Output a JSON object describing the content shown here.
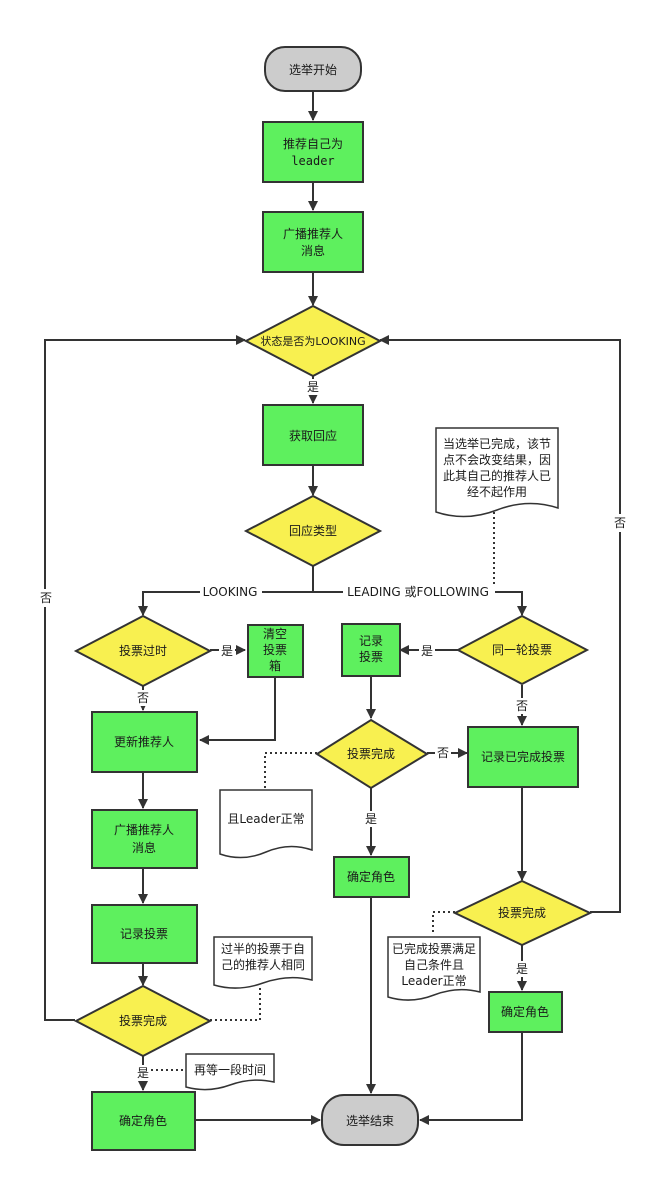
{
  "nodes": {
    "start": "选举开始",
    "recommend_self": [
      "推荐自己为",
      "leader"
    ],
    "broadcast_1": [
      "广播推荐人",
      "消息"
    ],
    "state_looking": "状态是否为LOOKING",
    "get_response": "获取回应",
    "response_type": "回应类型",
    "vote_outdated": "投票过时",
    "clear_box": [
      "清空",
      "投票",
      "箱"
    ],
    "record_vote_mid": [
      "记录",
      "投票"
    ],
    "same_round": "同一轮投票",
    "update_recommend": "更新推荐人",
    "vote_done_mid": "投票完成",
    "record_completed": "记录已完成投票",
    "broadcast_2": [
      "广播推荐人",
      "消息"
    ],
    "confirm_role_mid": "确定角色",
    "record_vote_left": "记录投票",
    "vote_done_right": "投票完成",
    "vote_done_left": "投票完成",
    "confirm_role_right": "确定角色",
    "confirm_role_left": "确定角色",
    "end": "选举结束"
  },
  "notes": {
    "note_top": [
      "当选举已完成，该节",
      "点不会改变结果，因",
      "此其自己的推荐人已",
      "经不起作用"
    ],
    "note_leader": "且Leader正常",
    "note_half": [
      "过半的投票于自",
      "己的推荐人相同"
    ],
    "note_self": [
      "已完成投票满足",
      "自己条件且",
      "Leader正常"
    ],
    "note_wait": "再等一段时间"
  },
  "edge_labels": {
    "yes_state": "是",
    "no_left": "否",
    "no_right": "否",
    "looking": "LOOKING",
    "leading_following": "LEADING 或FOLLOWING",
    "yes_outdated": "是",
    "no_outdated": "否",
    "yes_same_round": "是",
    "no_same_round": "否",
    "no_vote_done_mid": "否",
    "yes_vote_done_mid": "是",
    "yes_vote_done_right": "是",
    "yes_vote_done_left": "是"
  },
  "colors": {
    "process_fill": "#5ef05e",
    "decision_fill": "#f8f050",
    "terminal_fill": "#cccccc",
    "stroke": "#333333"
  }
}
